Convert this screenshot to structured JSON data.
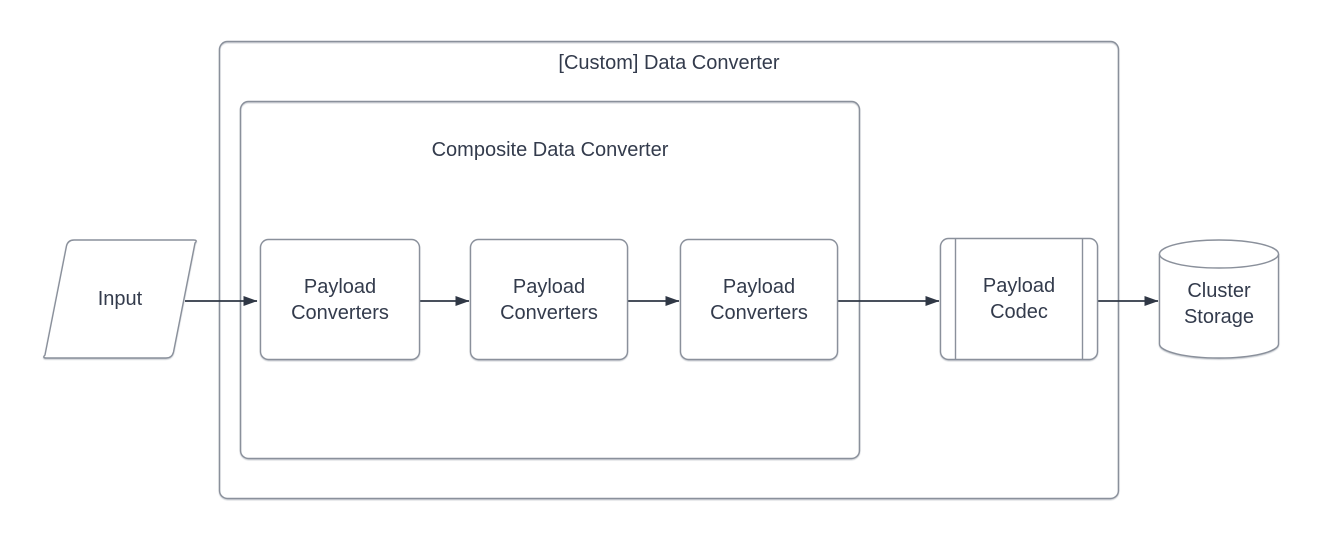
{
  "diagram": {
    "outer_container": {
      "label": "[Custom] Data Converter"
    },
    "inner_container": {
      "label": "Composite Data Converter"
    },
    "nodes": {
      "input": {
        "label": "Input",
        "shape": "parallelogram"
      },
      "payload_converters_1": {
        "label": "Payload Converters",
        "shape": "rounded-process"
      },
      "payload_converters_2": {
        "label": "Payload Converters",
        "shape": "rounded-process"
      },
      "payload_converters_3": {
        "label": "Payload Converters",
        "shape": "rounded-process"
      },
      "payload_codec": {
        "label": "Payload Codec",
        "shape": "subroutine"
      },
      "cluster_storage": {
        "label": "Cluster Storage",
        "shape": "cylinder"
      }
    },
    "edges": [
      {
        "from": "input",
        "to": "payload_converters_1"
      },
      {
        "from": "payload_converters_1",
        "to": "payload_converters_2"
      },
      {
        "from": "payload_converters_2",
        "to": "payload_converters_3"
      },
      {
        "from": "payload_converters_3",
        "to": "payload_codec"
      },
      {
        "from": "payload_codec",
        "to": "cluster_storage"
      }
    ],
    "colors": {
      "background": "#ffffff",
      "shape_stroke": "#8a909b",
      "arrow": "#2f3745",
      "text": "#333b4c"
    }
  }
}
